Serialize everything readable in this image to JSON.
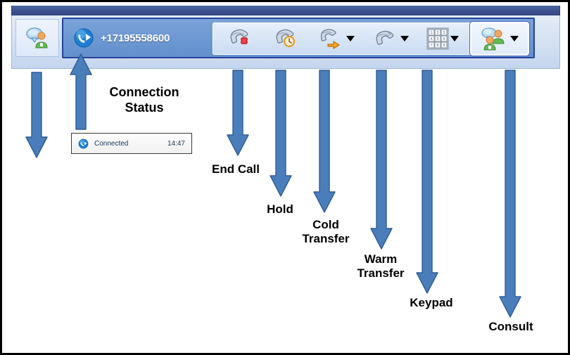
{
  "frame": {
    "border_color": "#000000",
    "background": "#ffffff"
  },
  "toolbar": {
    "titlebar_color": "#3c5291",
    "strip_color": "#6e99d3",
    "agent_button": {
      "icon": "person-speech-bubble-icon",
      "label": ""
    },
    "call": {
      "status_icon": "globe-phone-icon",
      "number": "+17195558600"
    },
    "actions": [
      {
        "key": "end-call",
        "icon": "phone-red-x-icon",
        "label": "End Call",
        "has_dropdown": false
      },
      {
        "key": "hold",
        "icon": "phone-orange-clock-icon",
        "label": "Hold",
        "has_dropdown": false
      },
      {
        "key": "cold-transfer",
        "icon": "phone-orange-arrow-icon",
        "label": "Cold Transfer",
        "has_dropdown": true
      },
      {
        "key": "warm-transfer",
        "icon": "phone-icon",
        "label": "Warm Transfer",
        "has_dropdown": true
      },
      {
        "key": "keypad",
        "icon": "keypad-grid-icon",
        "label": "Keypad",
        "has_dropdown": true
      }
    ],
    "consult": {
      "icon": "two-people-consult-icon",
      "label": "Consult",
      "has_dropdown": true
    }
  },
  "status_chip": {
    "icon": "globe-phone-icon",
    "label": "Connected",
    "time": "14:47"
  },
  "annotations": {
    "arrow_color": "#4a7ebb",
    "arrow_border_color": "#2f5c96",
    "connection_status": "Connection\nStatus",
    "end_call": "End Call",
    "hold": "Hold",
    "cold_transfer": "Cold\nTransfer",
    "warm_transfer": "Warm\nTransfer",
    "keypad": "Keypad",
    "consult": "Consult"
  }
}
